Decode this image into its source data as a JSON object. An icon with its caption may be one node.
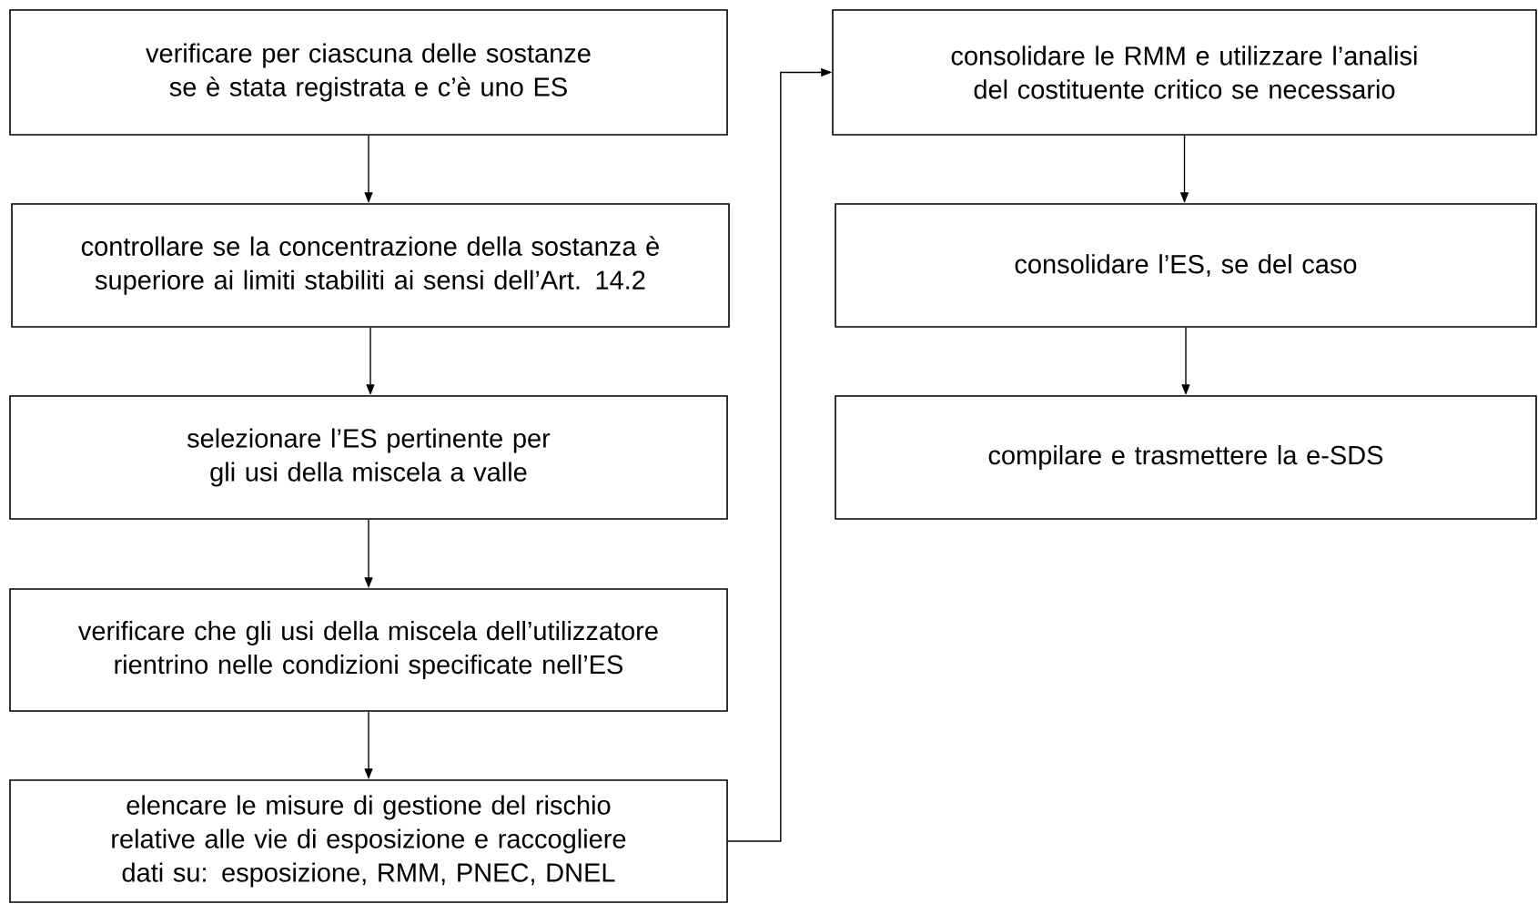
{
  "diagram": {
    "nodes": [
      {
        "text": [
          "verificare per ciascuna delle sostanze se è stata registrata e c’è uno ES"
        ]
      },
      {
        "text": [
          "controllare se la concentrazione della sostanza è superiore ai limiti stabiliti ai sensi dell’Art. 14.2"
        ]
      },
      {
        "text": [
          "selezionare l’ES pertinente per gli usi della miscela a valle"
        ]
      },
      {
        "text": [
          "verificare che gli usi della miscela dell’utilizzatore rientrino nelle condizioni specificate nell’ES"
        ]
      },
      {
        "text": [
          "elencare le misure di gestione del rischio relative alle vie di esposizione e raccogliere dati su: esposizione, RMM, PNEC, DNEL"
        ]
      },
      {
        "text": [
          "consolidare le RMM e utilizzare l’analisi del costituente critico se necessario"
        ]
      },
      {
        "text": [
          "consolidare l’ES, se del caso"
        ]
      },
      {
        "text": [
          "compilare e trasmettere la e-SDS"
        ]
      }
    ],
    "edges": [
      {
        "from": 0,
        "to": 1,
        "arrow": "to"
      },
      {
        "from": 1,
        "to": 2,
        "arrow": "to"
      },
      {
        "from": 2,
        "to": 3,
        "arrow": "to"
      },
      {
        "from": 3,
        "to": 4,
        "arrow": "to"
      },
      {
        "from": 4,
        "to": 5,
        "arrow": "to"
      },
      {
        "from": 5,
        "to": 6,
        "arrow": "to"
      },
      {
        "from": 6,
        "to": 7,
        "arrow": "to"
      }
    ]
  }
}
